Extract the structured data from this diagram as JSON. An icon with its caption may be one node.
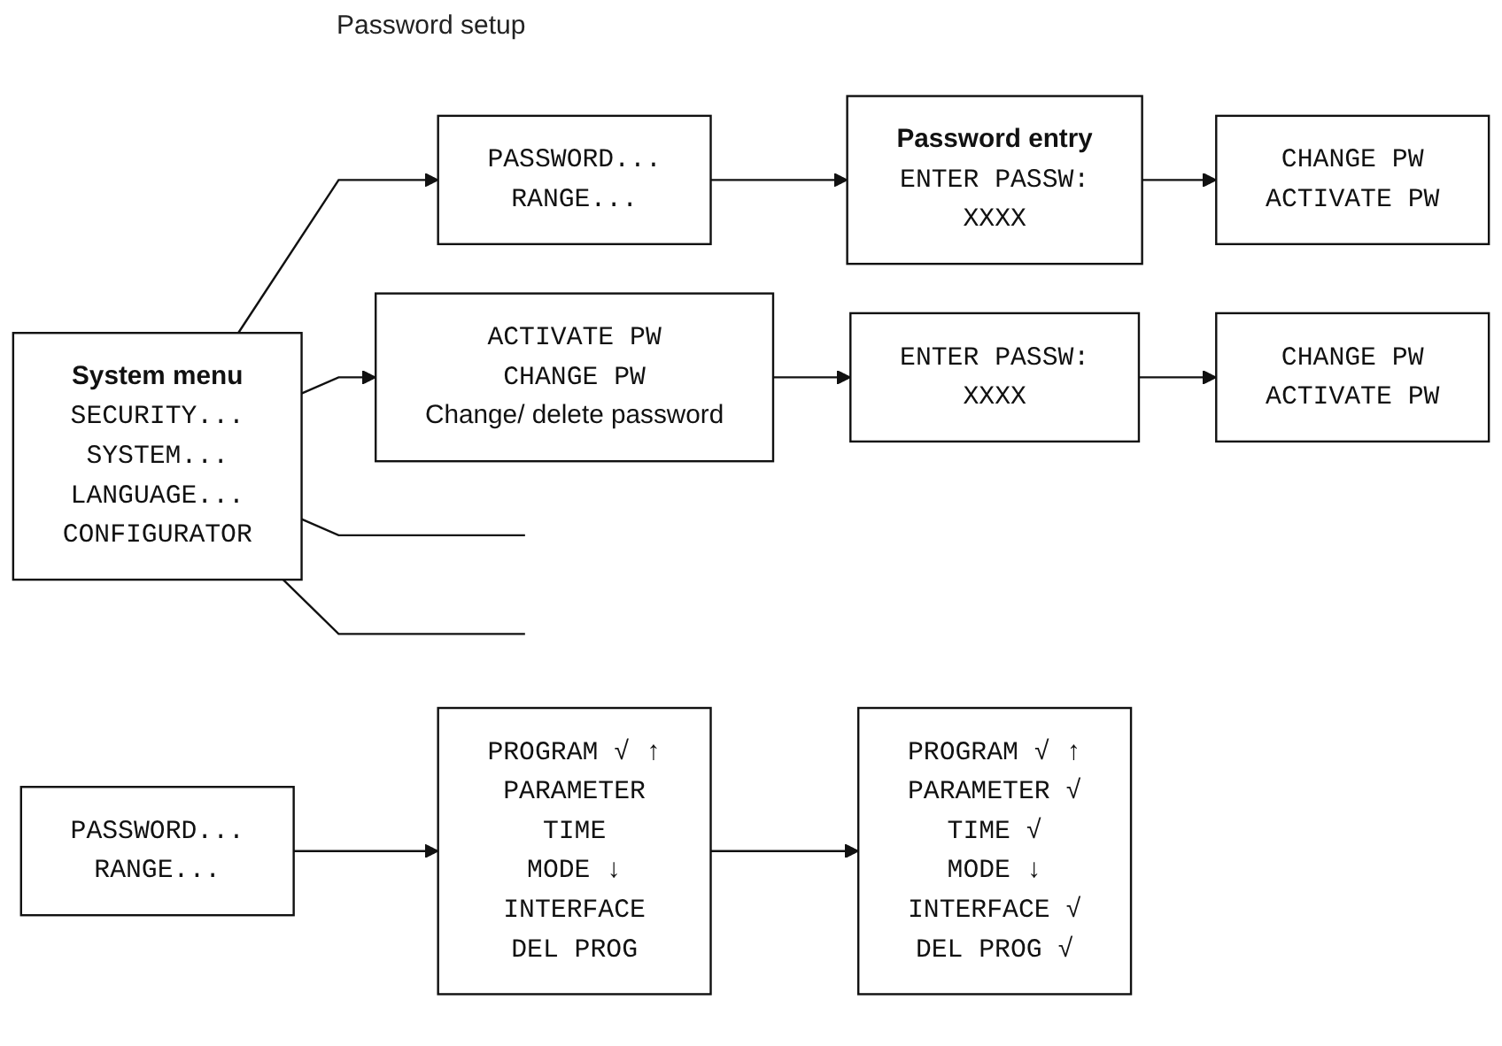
{
  "diagram": {
    "nodes": [
      {
        "text": [
          "System menu",
          "SECURITY...",
          "SYSTEM...",
          "LANGUAGE...",
          "CONFIGURATOR"
        ]
      },
      {
        "text": [
          "PASSWORD...",
          "RANGE..."
        ]
      },
      {
        "text": [
          "Password entry",
          "ENTER PASSW:",
          "XXXX"
        ]
      },
      {
        "text": [
          "CHANGE PW",
          "ACTIVATE PW"
        ]
      },
      {
        "text": [
          "ACTIVATE PW",
          "CHANGE PW",
          "Change/ delete password"
        ]
      },
      {
        "text": [
          "ENTER PASSW:",
          "XXXX"
        ]
      },
      {
        "text": [
          "CHANGE PW",
          "ACTIVATE PW"
        ]
      },
      {
        "text": [
          "PASSWORD...",
          "RANGE..."
        ]
      },
      {
        "text": [
          "PROGRAM √ ↑",
          "PARAMETER",
          "TIME",
          "MODE ↓",
          "INTERFACE",
          "DEL PROG"
        ]
      },
      {
        "text": [
          "PROGRAM √ ↑",
          "PARAMETER √",
          "TIME √",
          "MODE ↓",
          "INTERFACE √",
          "DEL PROG √"
        ]
      }
    ],
    "edges": [
      {
        "from": 0,
        "to": 1,
        "arrow": "to"
      },
      {
        "from": 0,
        "to": 4,
        "arrow": "to"
      },
      {
        "from": 1,
        "to": 2,
        "arrow": "to"
      },
      {
        "from": 2,
        "to": 3,
        "arrow": "to"
      },
      {
        "from": 4,
        "to": 5,
        "arrow": "to"
      },
      {
        "from": 5,
        "to": 6,
        "arrow": "to"
      },
      {
        "from": 7,
        "to": 8,
        "arrow": "to"
      },
      {
        "from": 8,
        "to": 9,
        "arrow": "to"
      },
      {
        "from": 0,
        "to": null,
        "arrow": "none"
      },
      {
        "from": 0,
        "to": null,
        "arrow": "none"
      }
    ],
    "labels": [
      "Password setup"
    ]
  }
}
